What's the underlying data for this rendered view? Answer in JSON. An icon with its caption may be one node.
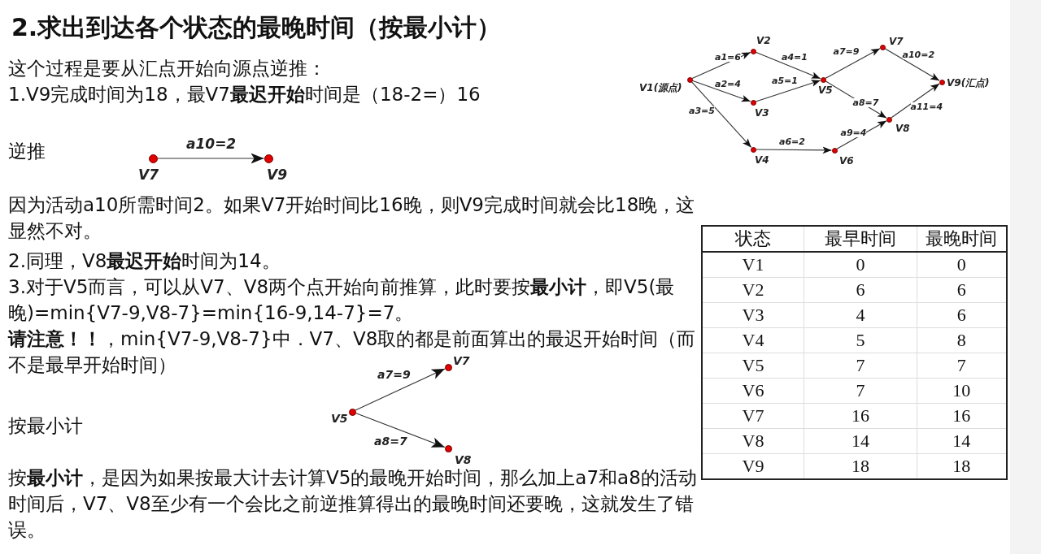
{
  "diagram": {
    "title": "2.求出到达各个状态的最晚时间（按最小计）",
    "nodes": [
      {
        "text": [],
        "shape": "circle",
        "beside": [
          "V1(源点)"
        ]
      },
      {
        "text": [],
        "shape": "circle",
        "beside": [
          "V2"
        ]
      },
      {
        "text": [],
        "shape": "circle",
        "beside": [
          "V3"
        ]
      },
      {
        "text": [],
        "shape": "circle",
        "beside": [
          "V4"
        ]
      },
      {
        "text": [],
        "shape": "circle",
        "beside": [
          "V5"
        ]
      },
      {
        "text": [],
        "shape": "circle",
        "beside": [
          "V6"
        ]
      },
      {
        "text": [],
        "shape": "circle",
        "beside": [
          "V7"
        ]
      },
      {
        "text": [],
        "shape": "circle",
        "beside": [
          "V8"
        ]
      },
      {
        "text": [],
        "shape": "circle",
        "beside": [
          "V9(汇点)"
        ]
      },
      {
        "text": [],
        "shape": "circle",
        "beside": [
          "V7"
        ]
      },
      {
        "text": [],
        "shape": "circle",
        "beside": [
          "V9"
        ]
      },
      {
        "text": [],
        "shape": "circle",
        "beside": [
          "V5"
        ]
      },
      {
        "text": [],
        "shape": "circle",
        "beside": [
          "V7"
        ]
      },
      {
        "text": [],
        "shape": "circle",
        "beside": [
          "V8"
        ]
      }
    ],
    "edges": [
      {
        "from": 0,
        "to": 1,
        "arrow": "to",
        "label": "a1=6"
      },
      {
        "from": 0,
        "to": 2,
        "arrow": "to",
        "label": "a2=4"
      },
      {
        "from": 0,
        "to": 3,
        "arrow": "to",
        "label": "a3=5"
      },
      {
        "from": 1,
        "to": 4,
        "arrow": "to",
        "label": "a4=1"
      },
      {
        "from": 2,
        "to": 4,
        "arrow": "to",
        "label": "a5=1"
      },
      {
        "from": 3,
        "to": 5,
        "arrow": "to",
        "label": "a6=2"
      },
      {
        "from": 4,
        "to": 6,
        "arrow": "to",
        "label": "a7=9"
      },
      {
        "from": 4,
        "to": 7,
        "arrow": "to",
        "label": "a8=7"
      },
      {
        "from": 5,
        "to": 7,
        "arrow": "to",
        "label": "a9=4"
      },
      {
        "from": 6,
        "to": 8,
        "arrow": "to",
        "label": "a10=2"
      },
      {
        "from": 7,
        "to": 8,
        "arrow": "to",
        "label": "a11=4"
      },
      {
        "from": 9,
        "to": 10,
        "arrow": "to",
        "label": "a10=2"
      },
      {
        "from": 11,
        "to": 12,
        "arrow": "to",
        "label": "a7=9"
      },
      {
        "from": 11,
        "to": 13,
        "arrow": "to",
        "label": "a8=7"
      }
    ],
    "labels": [
      "这个过程是要从汇点开始向源点逆推：",
      "1.V9完成时间为18，最V7**最迟开始**时间是（18-2=）16",
      "逆推",
      "因为活动a10所需时间2。如果V7开始时间比16晚，则V9完成时间就会比18晚，这显然不对。",
      "2.同理，V8**最迟开始**时间为14。",
      "3.对于V5而言，可以从V7、V8两个点开始向前推算，此时要按**最小计**，即V5(最晚)=min{V7-9,V8-7}=min{16-9,14-7}=7。",
      "**请注意！！**，min{V7-9,V8-7}中．V7、V8取的都是前面算出的最迟开始时间（而不是最早开始时间）",
      "按最小计",
      "按**最小计**，是因为如果按最大计去计算V5的最晚开始时间，那么加上a7和a8的活动时间后，V7、V8至少有一个会比之前逆推算得出的最晚时间还要晚，这就发生了错误。",
      "状态",
      "最早时间",
      "最晚时间",
      "V1",
      "0",
      "0",
      "V2",
      "6",
      "6",
      "V3",
      "4",
      "6",
      "V4",
      "5",
      "8",
      "V5",
      "7",
      "7",
      "V6",
      "7",
      "10",
      "V7",
      "16",
      "16",
      "V8",
      "14",
      "14",
      "V9",
      "18",
      "18"
    ]
  }
}
